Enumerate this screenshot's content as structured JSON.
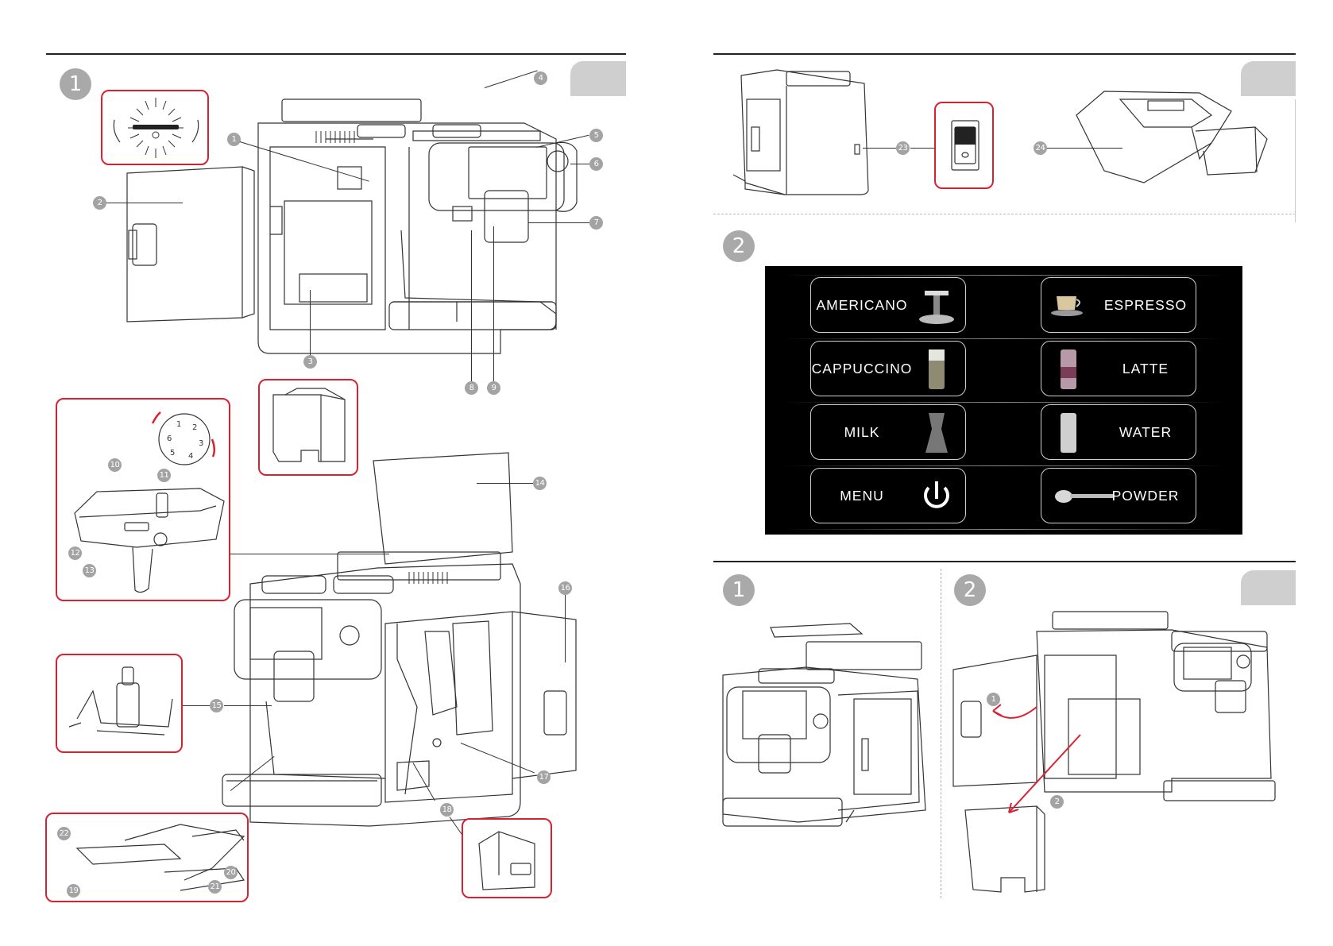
{
  "pages": {
    "left": {
      "step": "1"
    },
    "right": {
      "top_callouts": [
        "23",
        "24"
      ],
      "step_menu": "2",
      "bottom_steps": [
        "1",
        "2"
      ],
      "bottom_callouts": [
        "1",
        "2"
      ]
    }
  },
  "callouts": {
    "n1": "1",
    "n2": "2",
    "n3": "3",
    "n4": "4",
    "n5": "5",
    "n6": "6",
    "n7": "7",
    "n8": "8",
    "n9": "9",
    "n10": "10",
    "n11": "11",
    "n12": "12",
    "n13": "13",
    "n14": "14",
    "n15": "15",
    "n16": "16",
    "n17": "17",
    "n18": "18",
    "n19": "19",
    "n20": "20",
    "n21": "21",
    "n22": "22",
    "n23": "23",
    "n24": "24"
  },
  "dial_numbers": [
    "1",
    "2",
    "3",
    "4",
    "5",
    "6"
  ],
  "touch_menu": {
    "background": "#000000",
    "tiles": [
      {
        "label": "AMERICANO",
        "icon": "americano-cup-icon"
      },
      {
        "label": "ESPRESSO",
        "icon": "espresso-cup-icon"
      },
      {
        "label": "CAPPUCCINO",
        "icon": "cappuccino-glass-icon"
      },
      {
        "label": "LATTE",
        "icon": "latte-glass-icon"
      },
      {
        "label": "MILK",
        "icon": "milk-glass-icon"
      },
      {
        "label": "WATER",
        "icon": "water-glass-icon"
      },
      {
        "label": "MENU",
        "icon": "power-icon"
      },
      {
        "label": "POWDER",
        "icon": "spoon-icon"
      }
    ]
  },
  "colors": {
    "accent": "#d82232",
    "callout": "#a3a3a3",
    "tab": "#cfcfcf",
    "line": "#333333"
  }
}
